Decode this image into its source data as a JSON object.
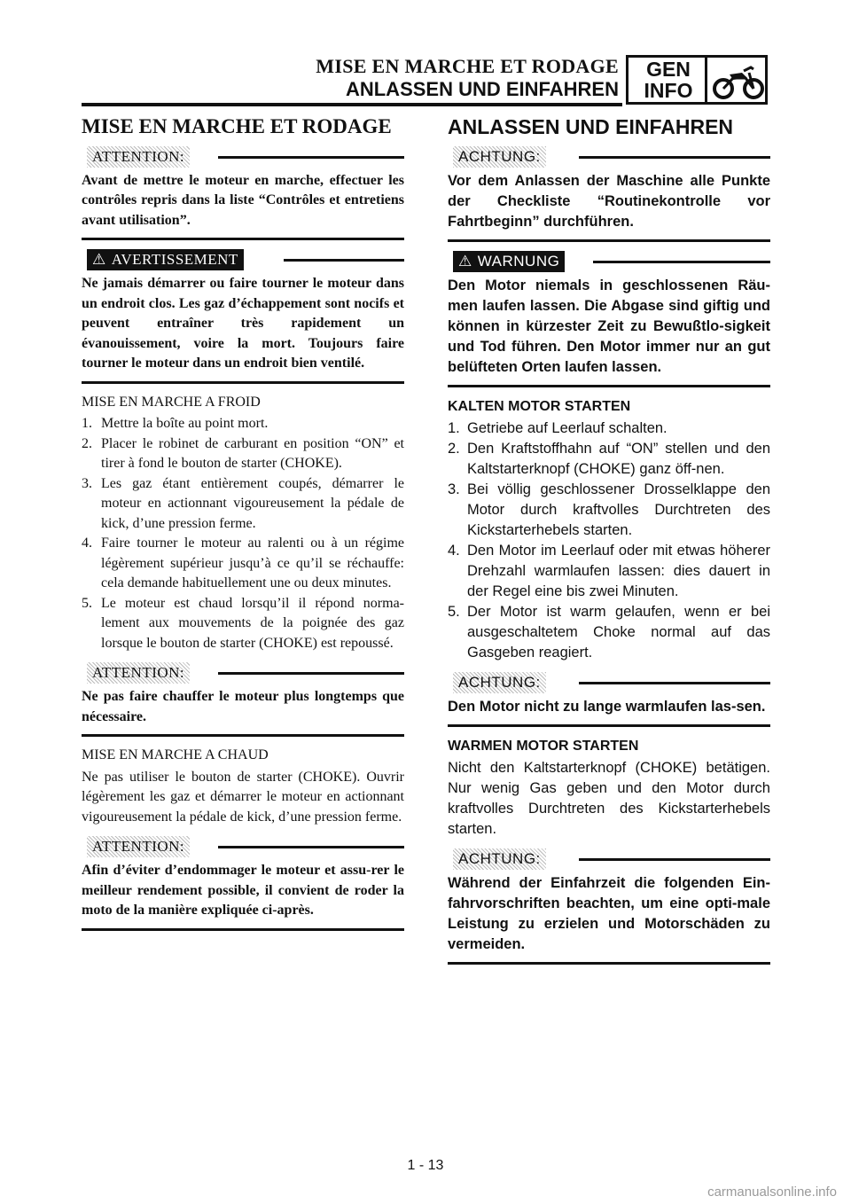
{
  "header": {
    "title_fr": "MISE EN MARCHE ET RODAGE",
    "title_de": "ANLASSEN UND EINFAHREN",
    "badge_line1": "GEN",
    "badge_line2": "INFO",
    "badge_icon": "motorcycle-icon"
  },
  "fr": {
    "heading": "MISE EN MARCHE ET RODAGE",
    "attention1_label": "ATTENTION:",
    "attention1_text": "Avant de mettre le moteur en marche, effectuer les contrôles repris dans la liste “Contrôles et entretiens avant utilisation”.",
    "warning_label": "AVERTISSEMENT",
    "warning_text": "Ne jamais démarrer ou faire tourner le moteur dans un endroit clos. Les gaz d’échappement sont nocifs et peuvent entraîner très rapidement un évanouissement, voire la mort. Toujours faire tourner le moteur dans un endroit bien ventilé.",
    "cold_heading": "MISE EN MARCHE A FROID",
    "cold_steps": [
      {
        "n": "1.",
        "t": "Mettre la boîte au point mort."
      },
      {
        "n": "2.",
        "t": "Placer le robinet de carburant en position “ON” et tirer à fond le bouton de starter (CHOKE)."
      },
      {
        "n": "3.",
        "t": "Les gaz étant entièrement coupés, démarrer le moteur en actionnant vigoureusement la pédale de kick, d’une pression ferme."
      },
      {
        "n": "4.",
        "t": "Faire tourner le moteur au ralenti ou à un régime légèrement supérieur jusqu’à ce qu’il se réchauffe: cela demande habituellement une ou deux minutes."
      },
      {
        "n": "5.",
        "t": "Le moteur est chaud lorsqu’il il répond norma-lement aux mouvements de la poignée des gaz lorsque le bouton de starter (CHOKE) est repoussé."
      }
    ],
    "attention2_label": "ATTENTION:",
    "attention2_text": "Ne pas faire chauffer le moteur plus longtemps que nécessaire.",
    "hot_heading": "MISE EN MARCHE A CHAUD",
    "hot_text": "Ne pas utiliser le bouton de starter (CHOKE). Ouvrir légèrement les gaz et démarrer le moteur en actionnant vigoureusement la pédale de kick, d’une pression ferme.",
    "attention3_label": "ATTENTION:",
    "attention3_text": "Afin d’éviter d’endommager le moteur et assu-rer le meilleur rendement possible, il convient de roder la moto de la manière expliquée ci-après."
  },
  "de": {
    "heading": "ANLASSEN UND EINFAHREN",
    "achtung1_label": "ACHTUNG:",
    "achtung1_text": "Vor dem Anlassen der Maschine alle Punkte der Checkliste “Routinekontrolle vor Fahrtbeginn” durchführen.",
    "warning_label": "WARNUNG",
    "warning_text": "Den Motor niemals in geschlossenen Räu-men laufen lassen. Die Abgase sind giftig und können in kürzester Zeit zu Bewußtlo-sigkeit und Tod führen. Den Motor immer nur an gut belüfteten Orten laufen lassen.",
    "cold_heading": "KALTEN MOTOR STARTEN",
    "cold_steps": [
      {
        "n": "1.",
        "t": "Getriebe auf Leerlauf schalten."
      },
      {
        "n": "2.",
        "t": "Den Kraftstoffhahn auf “ON” stellen und den Kaltstarterknopf (CHOKE) ganz öff-nen."
      },
      {
        "n": "3.",
        "t": "Bei völlig geschlossener Drosselklappe den Motor durch kraftvolles Durchtreten des Kickstarterhebels starten."
      },
      {
        "n": "4.",
        "t": "Den Motor im Leerlauf oder mit etwas höherer Drehzahl warmlaufen lassen: dies dauert in der Regel eine bis zwei Minuten."
      },
      {
        "n": "5.",
        "t": "Der Motor ist warm gelaufen, wenn er bei ausgeschaltetem Choke normal auf das Gasgeben reagiert."
      }
    ],
    "achtung2_label": "ACHTUNG:",
    "achtung2_text": "Den Motor nicht zu lange warmlaufen las-sen.",
    "hot_heading": "WARMEN MOTOR STARTEN",
    "hot_text": "Nicht den Kaltstarterknopf (CHOKE) betätigen. Nur wenig Gas geben und den Motor durch kraftvolles Durchtreten des Kickstarterhebels starten.",
    "achtung3_label": "ACHTUNG:",
    "achtung3_text": "Während der Einfahrzeit die folgenden Ein-fahrvorschriften beachten, um eine opti-male Leistung zu erzielen und Motorschäden zu vermeiden."
  },
  "footer": {
    "page_number": "1 - 13",
    "watermark": "carmanualsonline.info"
  }
}
